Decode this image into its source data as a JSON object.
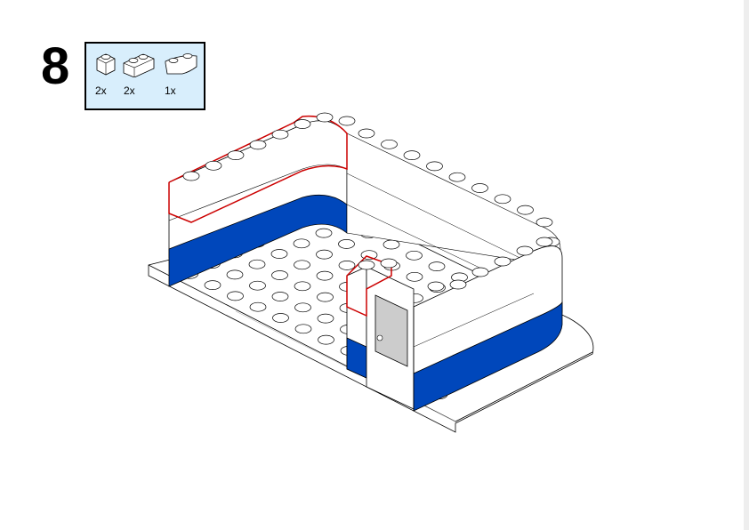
{
  "step": {
    "number": "8"
  },
  "parts_list": [
    {
      "name": "brick-1x1",
      "quantity": "2x",
      "color": "#ffffff"
    },
    {
      "name": "brick-1x2",
      "quantity": "2x",
      "color": "#ffffff"
    },
    {
      "name": "brick-round-corner",
      "quantity": "1x",
      "color": "#ffffff"
    }
  ],
  "colors": {
    "panel_bg": "#d8eefc",
    "blue": "#0047bb",
    "highlight": "#cc0000",
    "plate": "#ffffff"
  }
}
